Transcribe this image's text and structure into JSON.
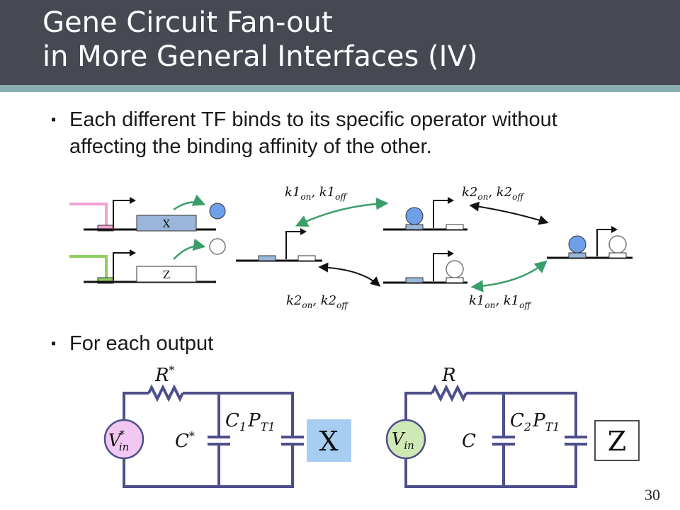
{
  "slide": {
    "title_line1": "Gene Circuit Fan-out",
    "title_line2": "in More General Interfaces (IV)",
    "bullet1": "Each different TF binds to its specific operator without affecting the binding affinity of the other.",
    "bullet2": "For each output",
    "page_number": "30"
  },
  "diagram": {
    "gene_x_label": "X",
    "gene_z_label": "Z",
    "rate_top_left": "k1",
    "rate_top_right": "k2",
    "rate_bottom_left": "k2",
    "rate_bottom_right": "k1",
    "sub_on": "on",
    "sub_off": "off",
    "sep": ", ",
    "colors": {
      "pink": "#f2a2d2",
      "green": "#8fcf63",
      "blue_tf": "#6da0e8",
      "gray_tf": "#ffffff",
      "arrow_green": "#3a9e6a",
      "arrow_black": "#111111",
      "operator_blue": "#9ab6d8"
    }
  },
  "circuits": {
    "left": {
      "resistor": "R",
      "resistor_sup": "*",
      "source_main": "V",
      "source_sup": "*",
      "source_sub": "in",
      "cap1_main": "C",
      "cap1_sup": "*",
      "cap2_c": "C",
      "cap2_c_sub": "1",
      "cap2_p": "P",
      "cap2_p_sub": "T1",
      "output": "X",
      "source_color": "#f2c8f2",
      "output_color": "#a8cdf2"
    },
    "right": {
      "resistor": "R",
      "source_main": "V",
      "source_sub": "in",
      "cap1_main": "C",
      "cap2_c": "C",
      "cap2_c_sub": "2",
      "cap2_p": "P",
      "cap2_p_sub": "T1",
      "output": "Z",
      "source_color": "#cfe9b6",
      "output_color": "#ffffff"
    },
    "wire_color": "#4d4f8c"
  }
}
